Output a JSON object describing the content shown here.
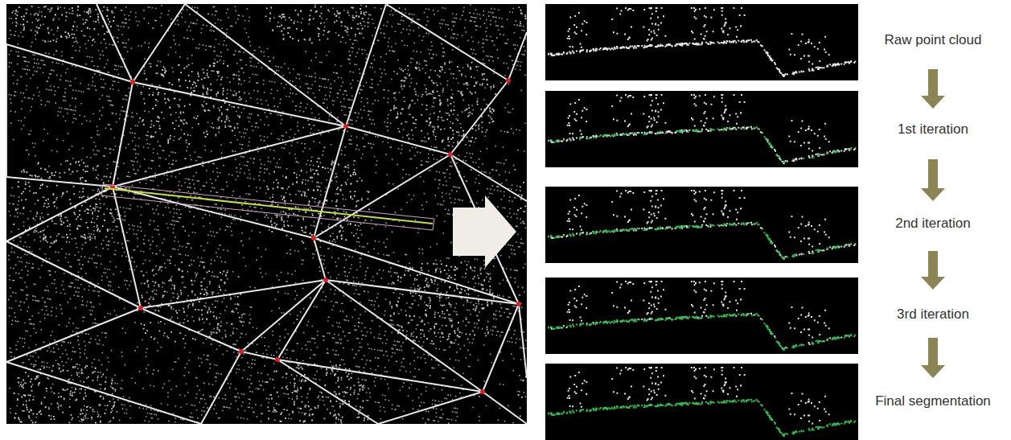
{
  "diagram": {
    "labels": [
      "Raw point cloud",
      "1st iteration",
      "2nd iteration",
      "3rd iteration",
      "Final segmentation"
    ]
  }
}
